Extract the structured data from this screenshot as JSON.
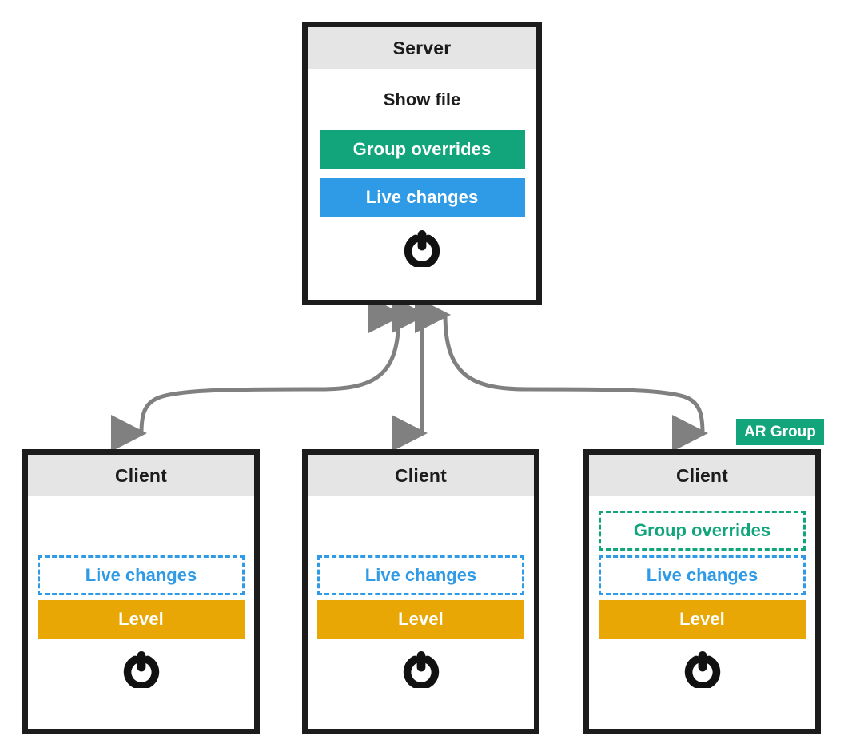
{
  "diagram": {
    "title": "Server and clients override propagation diagram",
    "colors": {
      "green": "#12a57b",
      "blue": "#2f9ae5",
      "orange": "#e8a704",
      "header_gray": "#e5e5e5",
      "border_black": "#1c1c1c",
      "arrow_gray": "#808080"
    }
  },
  "server": {
    "header": "Server",
    "show_file_label": "Show file",
    "group_overrides_label": "Group overrides",
    "live_changes_label": "Live changes",
    "power_icon": "power-icon"
  },
  "clients": [
    {
      "header": "Client",
      "group_overrides_label": "",
      "has_group_overrides": false,
      "live_changes_label": "Live changes",
      "level_label": "Level",
      "power_icon": "power-icon",
      "badge": ""
    },
    {
      "header": "Client",
      "group_overrides_label": "",
      "has_group_overrides": false,
      "live_changes_label": "Live changes",
      "level_label": "Level",
      "power_icon": "power-icon",
      "badge": ""
    },
    {
      "header": "Client",
      "group_overrides_label": "Group overrides",
      "has_group_overrides": true,
      "live_changes_label": "Live changes",
      "level_label": "Level",
      "power_icon": "power-icon",
      "badge": "AR Group"
    }
  ],
  "connectors": [
    {
      "name": "server-to-client-1",
      "from": "server",
      "to": "client-1",
      "style": "curved",
      "double_headed": true
    },
    {
      "name": "server-to-client-2",
      "from": "server",
      "to": "client-2",
      "style": "straight",
      "double_headed": true
    },
    {
      "name": "server-to-client-3",
      "from": "server",
      "to": "client-3",
      "style": "curved",
      "double_headed": true
    }
  ]
}
